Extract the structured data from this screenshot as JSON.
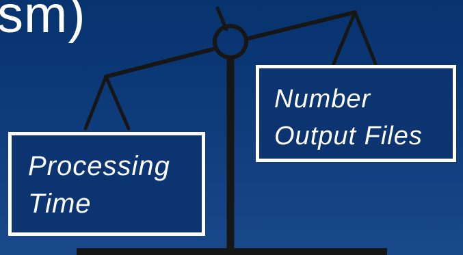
{
  "title_fragment": "sm)",
  "left_pan": {
    "line1": "Processing",
    "line2": "Time"
  },
  "right_pan": {
    "line1": "Number",
    "line2": "Output Files"
  },
  "colors": {
    "background": "#0b3876",
    "scale": "#161616",
    "box_border": "#ffffff",
    "text": "#ffffff"
  }
}
